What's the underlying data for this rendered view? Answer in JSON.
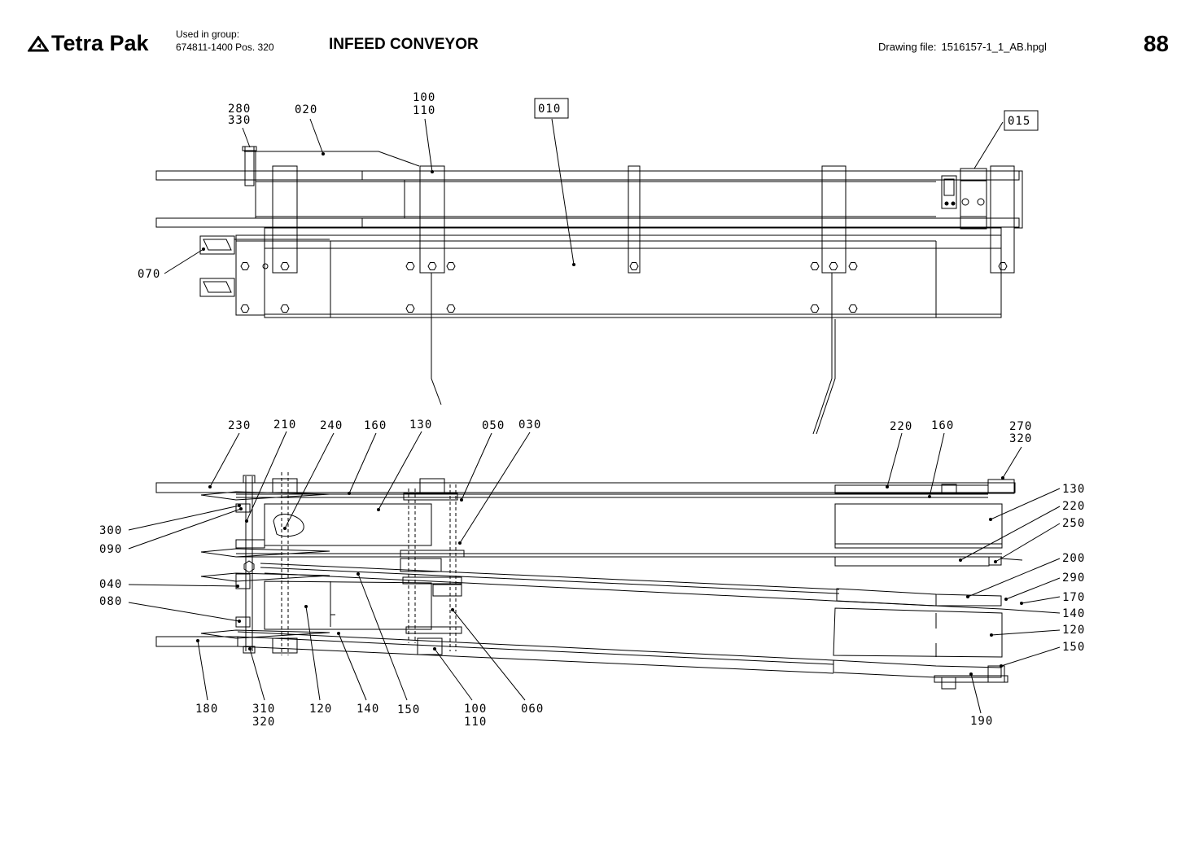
{
  "header": {
    "brand": "Tetra Pak",
    "used_in_group_label": "Used in group:",
    "used_in_group_value": "674811-1400 Pos. 320",
    "title": "INFEED CONVEYOR",
    "drawing_file_label": "Drawing file:",
    "drawing_file_value": "1516157-1_1_AB.hpgl",
    "page_number": "88"
  },
  "callouts_top": [
    "280",
    "330",
    "020",
    "100",
    "110",
    "010",
    "015",
    "070"
  ],
  "callouts_bottom": [
    "230",
    "210",
    "240",
    "160",
    "130",
    "050",
    "030",
    "220",
    "160",
    "270",
    "320",
    "300",
    "090",
    "040",
    "080",
    "130",
    "220",
    "250",
    "200",
    "290",
    "170",
    "140",
    "120",
    "150",
    "180",
    "310",
    "320",
    "120",
    "140",
    "150",
    "100",
    "110",
    "060",
    "190"
  ]
}
